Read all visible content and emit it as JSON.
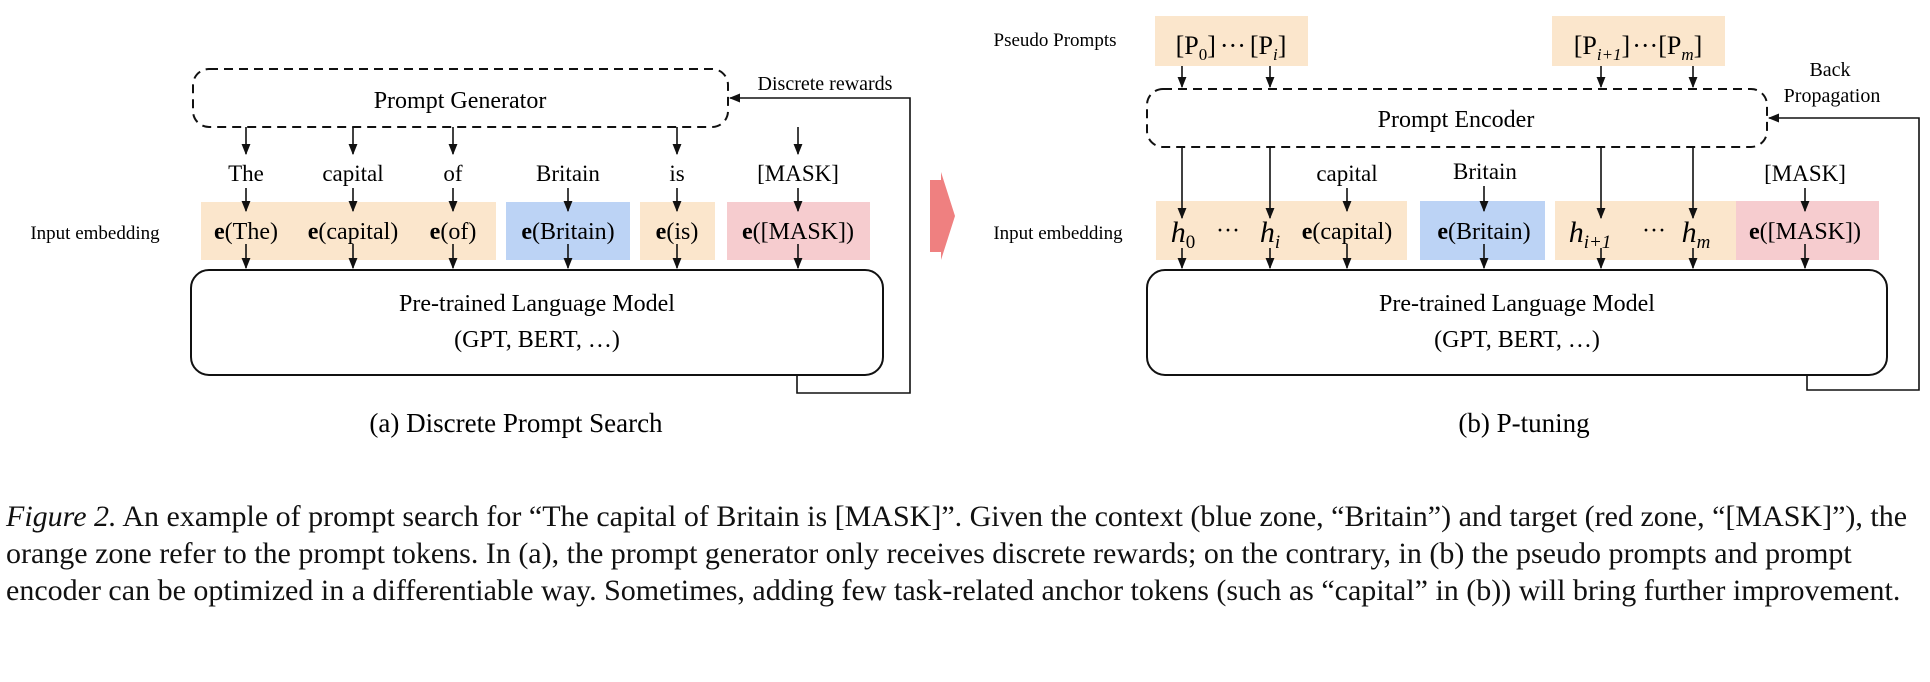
{
  "panel_a": {
    "label": "(a) Discrete Prompt Search",
    "input_embedding_label": "Input embedding",
    "generator_label": "Prompt Generator",
    "rewards_label": "Discrete rewards",
    "tokens": [
      "The",
      "capital",
      "of",
      "Britain",
      "is",
      "[MASK]"
    ],
    "embeddings": [
      {
        "fn": "e",
        "arg": "(The)"
      },
      {
        "fn": "e",
        "arg": "(capital)"
      },
      {
        "fn": "e",
        "arg": "(of)"
      },
      {
        "fn": "e",
        "arg": "(Britain)"
      },
      {
        "fn": "e",
        "arg": "(is)"
      },
      {
        "fn": "e",
        "arg": "([MASK])"
      }
    ],
    "model_title": "Pre-trained Language Model",
    "model_subtitle": "(GPT, BERT, …)"
  },
  "panel_b": {
    "label": "(b) P-tuning",
    "pseudo_prompts_label": "Pseudo Prompts",
    "input_embedding_label": "Input embedding",
    "encoder_label": "Prompt Encoder",
    "backprop_line1": "Back",
    "backprop_line2": "Propagation",
    "prompt_group1": {
      "first": "[P",
      "first_sub": "0",
      "dots": "···",
      "last": "[P",
      "last_sub": "i"
    },
    "prompt_group2": {
      "first": "[P",
      "first_sub": "i+1",
      "dots": "···",
      "last": "[P",
      "last_sub": "m"
    },
    "tokens": {
      "capital": "capital",
      "britain": "Britain",
      "mask": "[MASK]"
    },
    "hidden": {
      "h": "h",
      "sub_0": "0",
      "sub_i": "i",
      "sub_i1": "i+1",
      "sub_m": "m",
      "dots": "···"
    },
    "embeddings": {
      "capital": {
        "fn": "e",
        "arg": "(capital)"
      },
      "britain": {
        "fn": "e",
        "arg": "(Britain)"
      },
      "mask": {
        "fn": "e",
        "arg": "([MASK])"
      }
    },
    "model_title": "Pre-trained Language Model",
    "model_subtitle": "(GPT, BERT, …)"
  },
  "colors": {
    "prompt_zone": "#fbe6cc",
    "context_zone": "#bcd3f5",
    "target_zone": "#f6cccf",
    "arrow_between": "#ef8080",
    "line": "#111111"
  },
  "caption": {
    "label": "Figure 2.",
    "text": " An example of prompt search for “The capital of Britain is [MASK]”. Given the context (blue zone, “Britain”) and target (red zone, “[MASK]”), the orange zone refer to the prompt tokens. In (a), the prompt generator only receives discrete rewards; on the contrary, in (b) the pseudo prompts and prompt encoder can be optimized in a differentiable way. Sometimes, adding few task-related anchor tokens (such as “capital” in (b)) will bring further improvement."
  }
}
